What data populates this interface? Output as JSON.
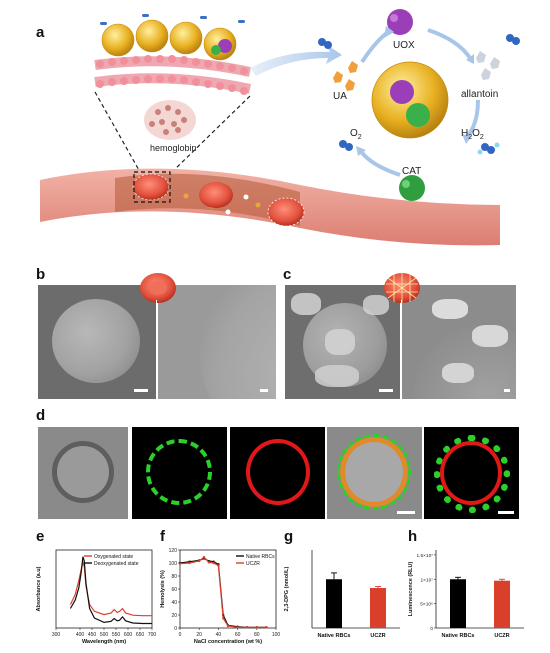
{
  "figure": {
    "panels": [
      "a",
      "b",
      "c",
      "d",
      "e",
      "f",
      "g",
      "h"
    ],
    "schematic_labels": {
      "hemoglobin": "hemoglobin",
      "uox": "UOX",
      "ua": "UA",
      "allantoin": "allantoin",
      "o2": "O",
      "o2_sub": "2",
      "h2o2": "H",
      "h2o2_sub1": "2",
      "h2o2_mid": "O",
      "h2o2_sub2": "2",
      "cat": "CAT"
    },
    "colors": {
      "red_accent": "#d9402b",
      "green_fluor": "#2bd12b",
      "red_fluor": "#e01818",
      "vessel": "#e79a8e",
      "gold": "#e8b020"
    }
  },
  "chart_data": [
    {
      "panel": "e",
      "type": "line",
      "xlabel": "Wavelength (nm)",
      "ylabel": "Absorbance (a.u)",
      "xlim": [
        300,
        700
      ],
      "xticks": [
        300,
        400,
        450,
        500,
        550,
        600,
        650,
        700
      ],
      "xtick_labels": [
        "300",
        "400",
        "450",
        "500",
        "550",
        "600",
        "650",
        "700"
      ],
      "series": [
        {
          "name": "Oxygenated state",
          "color": "#d9402b",
          "x": [
            360,
            380,
            395,
            405,
            412,
            418,
            425,
            440,
            460,
            500,
            530,
            542,
            555,
            565,
            577,
            590,
            620,
            660,
            700
          ],
          "y": [
            0.42,
            0.6,
            0.85,
            1.05,
            1.18,
            1.1,
            0.75,
            0.42,
            0.3,
            0.24,
            0.27,
            0.33,
            0.28,
            0.3,
            0.35,
            0.27,
            0.23,
            0.22,
            0.22
          ]
        },
        {
          "name": "Deoxygenated state",
          "color": "#111111",
          "x": [
            360,
            380,
            395,
            405,
            412,
            418,
            425,
            440,
            460,
            500,
            530,
            542,
            555,
            565,
            577,
            590,
            620,
            660,
            700
          ],
          "y": [
            0.35,
            0.5,
            0.72,
            1.0,
            1.28,
            1.2,
            0.8,
            0.35,
            0.18,
            0.1,
            0.12,
            0.17,
            0.13,
            0.14,
            0.2,
            0.13,
            0.09,
            0.08,
            0.08
          ]
        }
      ]
    },
    {
      "panel": "f",
      "type": "line",
      "xlabel": "NaCl concentration (wt %)",
      "ylabel": "Hemolysis (%)",
      "xlim": [
        0,
        100
      ],
      "ylim": [
        0,
        120
      ],
      "xticks": [
        0,
        20,
        40,
        60,
        80,
        100
      ],
      "xtick_labels": [
        "0",
        "20",
        "40",
        "60",
        "80",
        "100"
      ],
      "yticks": [
        0,
        20,
        40,
        60,
        80,
        100,
        120
      ],
      "ytick_labels": [
        "0",
        "20",
        "40",
        "60",
        "80",
        "100",
        "120"
      ],
      "series": [
        {
          "name": "Native RBCs",
          "color": "#111111",
          "x": [
            0,
            10,
            20,
            25,
            30,
            35,
            40,
            45,
            50,
            60,
            70,
            80,
            90
          ],
          "y": [
            100,
            102,
            104,
            107,
            103,
            102,
            98,
            20,
            4,
            2,
            1,
            1,
            1
          ]
        },
        {
          "name": "UCZR",
          "color": "#d9402b",
          "x": [
            0,
            10,
            20,
            25,
            30,
            35,
            40,
            45,
            50,
            60,
            70,
            80,
            90
          ],
          "y": [
            99,
            100,
            103,
            109,
            101,
            100,
            96,
            15,
            3,
            1,
            1,
            1,
            1
          ]
        }
      ]
    },
    {
      "panel": "g",
      "type": "bar",
      "ylabel": "2,3-DPG (nmol/L)",
      "categories": [
        "Native RBCs",
        "UCZR"
      ],
      "values": [
        1.0,
        0.82
      ],
      "errors": [
        0.13,
        0.03
      ],
      "colors": [
        "#000000",
        "#d9402b"
      ],
      "ylim": [
        0,
        1.6
      ]
    },
    {
      "panel": "h",
      "type": "bar",
      "ylabel": "Luminescence (RLU)",
      "categories": [
        "Native RBCs",
        "UCZR"
      ],
      "values": [
        1.0,
        0.97
      ],
      "errors": [
        0.04,
        0.03
      ],
      "colors": [
        "#000000",
        "#d9402b"
      ],
      "ylim": [
        0,
        1.6
      ],
      "yticks": [
        0,
        0.5,
        1.0,
        1.5
      ],
      "ytick_labels": [
        "0",
        "5×10⁶",
        "1×10⁷",
        "1.5×10⁷"
      ]
    }
  ]
}
